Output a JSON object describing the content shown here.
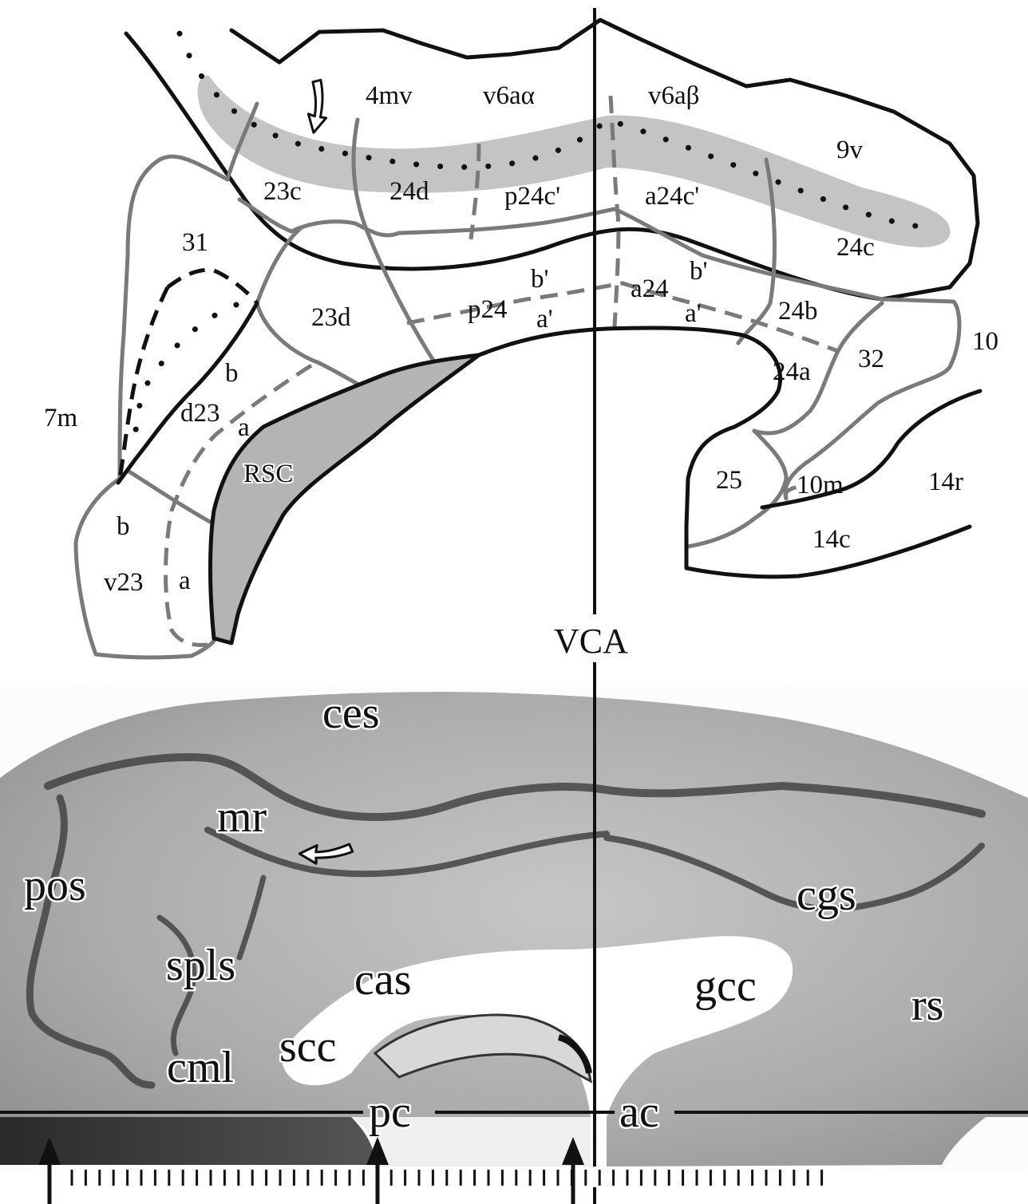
{
  "map": {
    "regions": {
      "r_4mv": "4mv",
      "r_v6aa": "v6aα",
      "r_v6ab": "v6aβ",
      "r_9v": "9v",
      "r_23c": "23c",
      "r_24d": "24d",
      "r_p24c": "p24c'",
      "r_a24c": "a24c'",
      "r_24c": "24c",
      "r_31": "31",
      "r_23d": "23d",
      "r_p24": "p24",
      "r_pb": "b'",
      "r_pa": "a'",
      "r_a24": "a24",
      "r_ab": "b'",
      "r_aa": "a'",
      "r_24b": "24b",
      "r_10": "10",
      "r_32": "32",
      "r_24a": "24a",
      "r_7m": "7m",
      "r_b1": "b",
      "r_d23": "d23",
      "r_a1": "a",
      "r_rsc": "RSC",
      "r_25": "25",
      "r_10m": "10m",
      "r_14r": "14r",
      "r_14c": "14c",
      "r_b2": "b",
      "r_v23": "v23",
      "r_a2": "a"
    },
    "vca_label": "VCA"
  },
  "photo": {
    "labels": {
      "l_ces": "ces",
      "l_mr": "mr",
      "l_pos": "pos",
      "l_cgs": "cgs",
      "l_spls": "spls",
      "l_cas": "cas",
      "l_gcc": "gcc",
      "l_rs": "rs",
      "l_cml": "cml",
      "l_scc": "scc",
      "l_pc": "pc",
      "l_ac": "ac"
    }
  },
  "colors": {
    "region_outline": "#7a7a7a",
    "boundary_line": "#111111",
    "rsc_fill": "#b4b4b4",
    "band_fill": "#c4c4c4"
  },
  "icons": [
    "curved-arrow-icon",
    "up-arrow-icon"
  ]
}
